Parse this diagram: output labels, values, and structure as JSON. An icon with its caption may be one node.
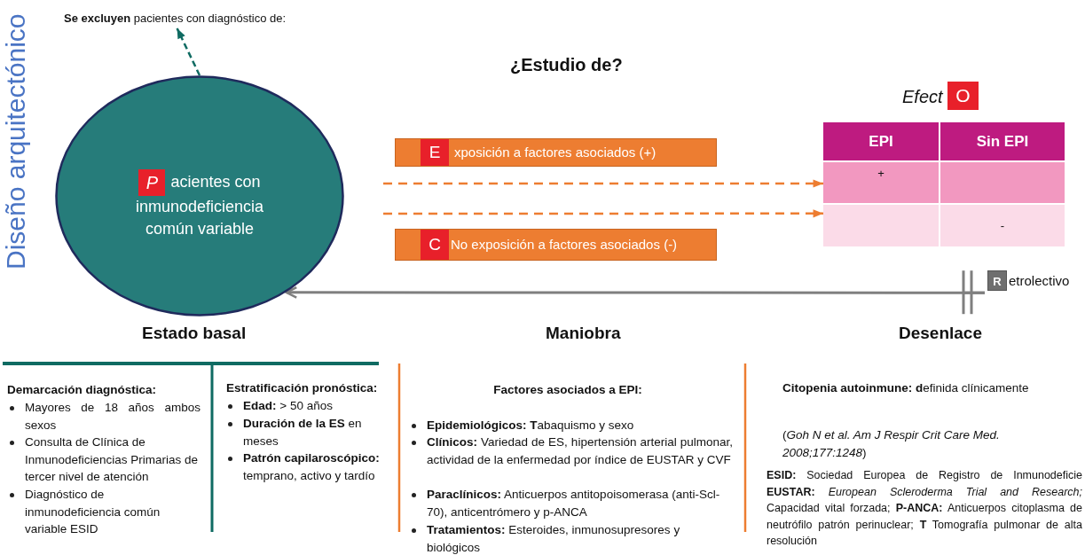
{
  "diagram": {
    "nodes": [
      {
        "text": [
          "**Se excluyen** pacientes con diagnóstico de:"
        ]
      },
      {
        "text": [
          "P",
          "acientes con inmunodeficiencia común variable"
        ]
      },
      {
        "text": [
          "E",
          "xposición a factores asociados (+)"
        ]
      },
      {
        "text": [
          "C",
          "No exposición a factores asociados (-)"
        ]
      },
      {
        "text": [
          "Efect",
          "O",
          "EPI",
          "Sin EPI",
          "+",
          "-"
        ]
      },
      {
        "text": [
          "R",
          "etrolectivo"
        ]
      }
    ],
    "edges": [
      {
        "from": 1,
        "to": 0,
        "arrow": "to",
        "style": "dashed",
        "color": "#0f6b62"
      },
      {
        "from": null,
        "to": 4,
        "arrow": "to",
        "style": "dashed",
        "color": "#ed7d31"
      },
      {
        "from": null,
        "to": 4,
        "arrow": "to",
        "style": "dashed",
        "color": "#ed7d31"
      },
      {
        "from": 5,
        "to": 1,
        "arrow": "to",
        "color": "#7f7f7f"
      }
    ],
    "labels": [
      "Diseño arquitectónico",
      "¿Estudio de?",
      "Estado basal",
      "Maniobra",
      "Desenlace",
      "Demarcación diagnóstica:",
      "Mayores de 18 años ambos sexos",
      "Consulta de Clínica de Inmunodeficiencias Primarias de tercer nivel de atención",
      "Diagnóstico de inmunodeficiencia común variable ESID",
      "Estratificación pronóstica:",
      "**Edad:** > 50 años",
      "**Duración de la ES** en meses",
      "**Patrón capilaroscópico:** temprano, activo y tardío",
      "Factores asociados a EPI:",
      "**Epidemiológicos: T**abaquismo y sexo",
      "**Clínicos:** Variedad de ES, hipertensión arterial pulmonar, actividad de la enfermedad por índice de EUSTAR y CVF",
      "**Paraclínicos:** Anticuerpos antitopoisomerasa (anti-Scl-70), anticentrómero y p-ANCA",
      "**Tratamientos:** Esteroides, inmunosupresores y biológicos",
      "**Citopenia autoinmune: d**efinida clínicamente",
      "(*Goh N et al. Am J Respir Crit Care Med. 2008;177:1248*)",
      "**ESID:** Sociedad Europea de Registro de Inmunodeficie **EUSTAR:** *European Scleroderma Trial and Research;* Capacidad vital forzada; **P-ANCA:** Anticuerpos citoplasma de neutrófilo patrón perinuclear; **T** Tomografía pulmonar de alta resolución"
    ]
  }
}
